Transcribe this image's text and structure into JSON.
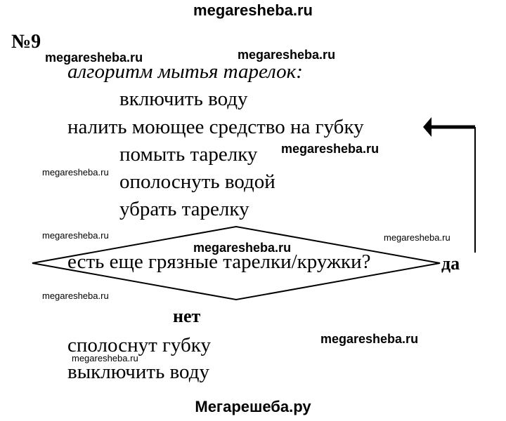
{
  "header": {
    "site": "megaresheba.ru"
  },
  "problem": {
    "number": "№9"
  },
  "algorithm": {
    "title": "алгоритм мытья тарелок:",
    "steps": [
      "включить воду",
      "налить моющее средство на губку",
      "помыть тарелку",
      "ополоснуть водой",
      "убрать тарелку"
    ],
    "condition": "есть еще грязные тарелки/кружки?",
    "yes_label": "да",
    "no_label": "нет",
    "final_steps": [
      "сполоснут губку",
      "выключить воду"
    ]
  },
  "watermarks": {
    "bold": [
      "megaresheba.ru",
      "megaresheba.ru",
      "megaresheba.ru",
      "megaresheba.ru",
      "megaresheba.ru"
    ],
    "small": [
      "megaresheba.ru",
      "megaresheba.ru",
      "megaresheba.ru",
      "megaresheba.ru",
      "megaresheba.ru"
    ]
  },
  "footer": {
    "site": "Мегарешеба.ру"
  }
}
